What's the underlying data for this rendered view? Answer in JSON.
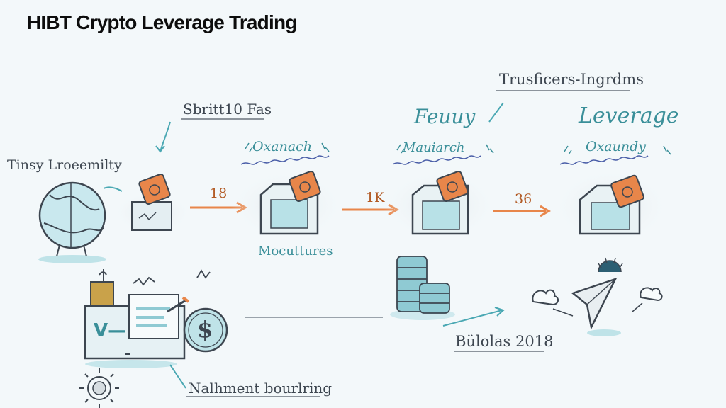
{
  "title": "HIBT Crypto Leverage Trading",
  "labels": {
    "top_right": "Trusficers-Ingrdms",
    "upper_left_note": "Sbritt10 Fas",
    "left_caption": "Tinsy Lroeemilty",
    "stage1_header": "Oxanach",
    "stage2_word": "Feuuy",
    "stage2_header": "Mauiarch",
    "stage3_word": "Leverage",
    "stage3_header": "Oxaundy",
    "arrow1_value": "18",
    "arrow2_value": "1K",
    "arrow3_value": "36",
    "mid_caption": "Mocuttures",
    "bottom_right_caption": "Bülolas 2018",
    "bottom_caption": "Nalhment bourlring",
    "monitor_text": "V—",
    "coin_symbol": "$"
  },
  "colors": {
    "accent_orange": "#e8864a",
    "teal": "#6fc3cf",
    "ink": "#3d4650",
    "background": "#f3f8fa"
  }
}
